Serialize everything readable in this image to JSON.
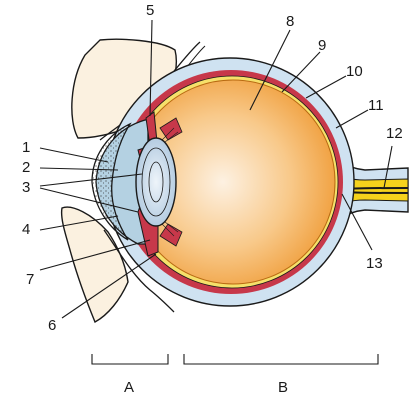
{
  "diagram": {
    "callouts": [
      "1",
      "2",
      "3",
      "4",
      "5",
      "6",
      "7",
      "8",
      "9",
      "10",
      "11",
      "12",
      "13"
    ],
    "regions": [
      "A",
      "B"
    ]
  },
  "colors": {
    "vitreous": "#f3a23b",
    "vitreous_highlight": "#fbe7c8",
    "sclera": "#cfe2f1",
    "choroid": "#c7384a",
    "retina": "#f6e06a",
    "lens": "#c9dcec",
    "skin": "#fbf1e0",
    "optic_nerve": "#f5d21c"
  }
}
